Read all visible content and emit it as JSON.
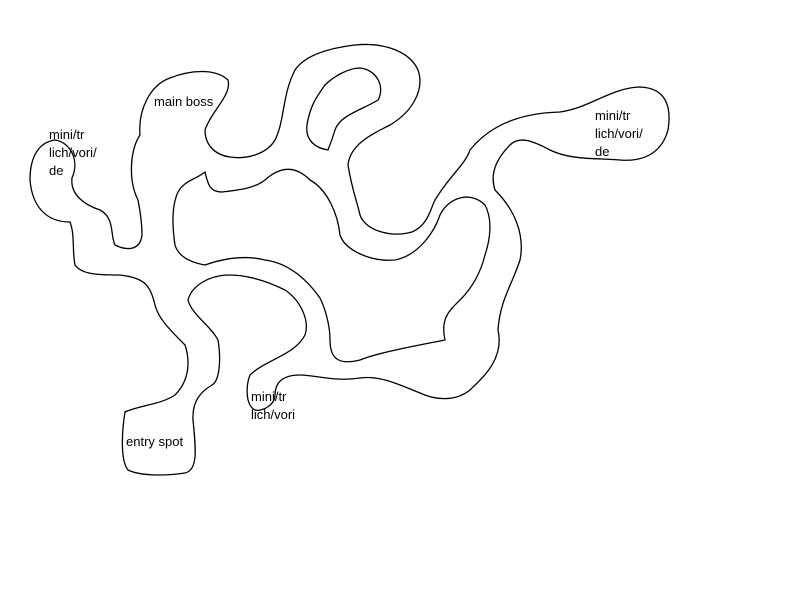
{
  "map": {
    "ink_color": "#000000",
    "background_color": "#ffffff",
    "labels": {
      "main_boss": "main boss",
      "mini_left": "mini/tr\nlich/vori/\nde",
      "mini_right": "mini/tr\nlich/vori/\nde",
      "mini_bottom": "mini/tr\nlich/vori",
      "entry": "entry spot"
    }
  }
}
